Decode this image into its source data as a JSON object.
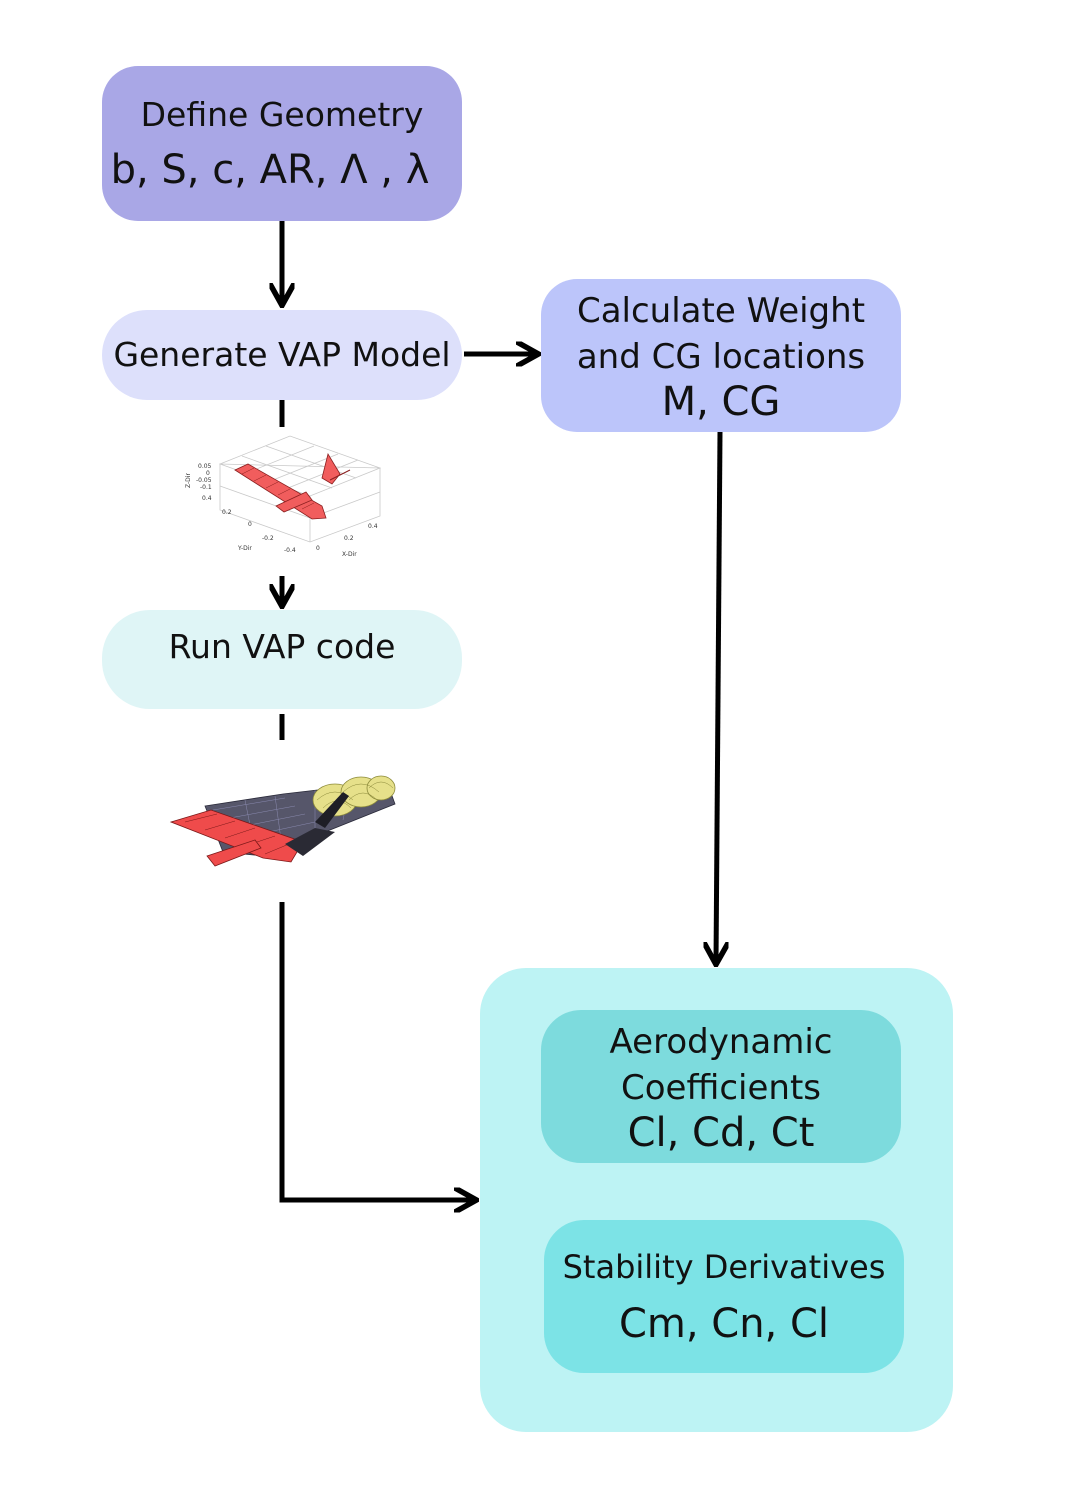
{
  "diagram": {
    "define_geometry": {
      "title": "Define Geometry",
      "params": "b, S, c, AR, Λ , λ",
      "color": "#a9a7e6"
    },
    "generate_vap": {
      "title": "Generate VAP Model",
      "color": "#dde0fb"
    },
    "calc_weight": {
      "line1": "Calculate Weight",
      "line2": "and CG locations",
      "params": "M, CG",
      "color": "#bcc5fa"
    },
    "run_vap": {
      "title": "Run VAP code",
      "color": "#dff5f6"
    },
    "results_group": {
      "color": "#bdf3f4"
    },
    "aero_coeff": {
      "line1": "Aerodynamic",
      "line2": "Coefficients",
      "params": "Cl, Cd, Ct",
      "color": "#7ddbdd"
    },
    "stability": {
      "title": "Stability Derivatives",
      "params": "Cm, Cn, Cl",
      "color": "#7ce3e6"
    },
    "plot3d": {
      "zlabel": "Z-Dir",
      "ylabel": "Y-Dir",
      "xlabel": "X-Dir",
      "zticks": [
        "0.05",
        "0",
        "-0.05",
        "-0.1"
      ],
      "yticks": [
        "0.4",
        "0.2",
        "0",
        "-0.2",
        "-0.4"
      ],
      "xticks": [
        "0",
        "0.2",
        "0.4"
      ]
    }
  }
}
